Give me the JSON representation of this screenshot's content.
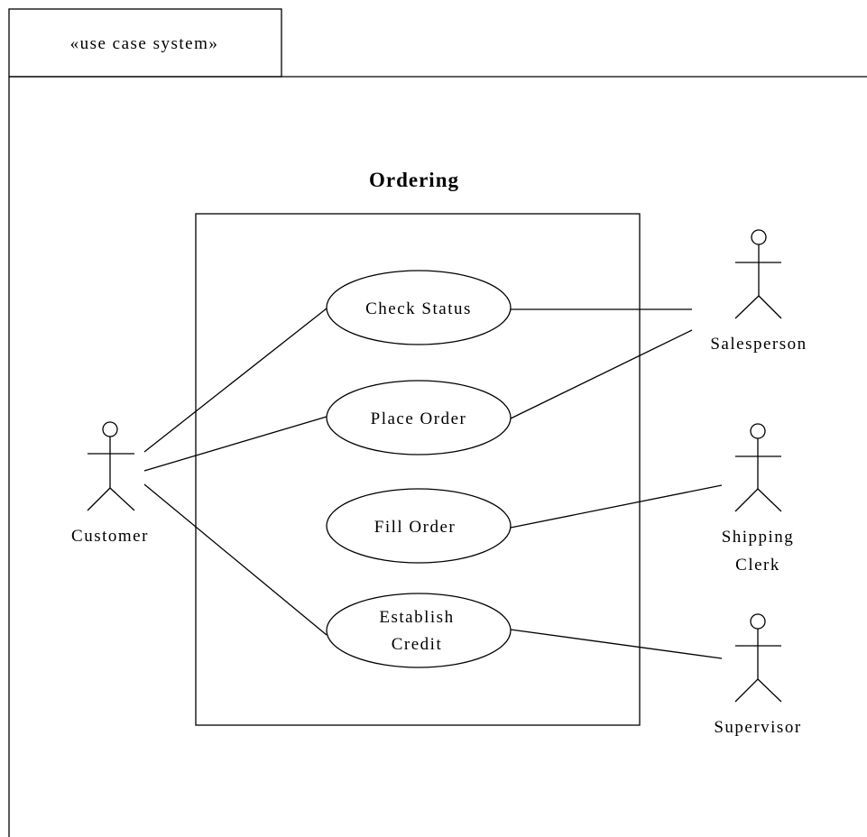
{
  "package": {
    "stereotype": "«use case system»"
  },
  "system": {
    "title": "Ordering"
  },
  "use_cases": {
    "check_status": {
      "lines": [
        "Check Status"
      ]
    },
    "place_order": {
      "lines": [
        "Place Order"
      ]
    },
    "fill_order": {
      "lines": [
        "Fill Order"
      ]
    },
    "establish_credit": {
      "lines": [
        "Establish",
        "Credit"
      ]
    }
  },
  "actors": {
    "customer": {
      "lines": [
        "Customer"
      ]
    },
    "salesperson": {
      "lines": [
        "Salesperson"
      ]
    },
    "shipping_clerk": {
      "lines": [
        "Shipping",
        "Clerk"
      ]
    },
    "supervisor": {
      "lines": [
        "Supervisor"
      ]
    }
  }
}
